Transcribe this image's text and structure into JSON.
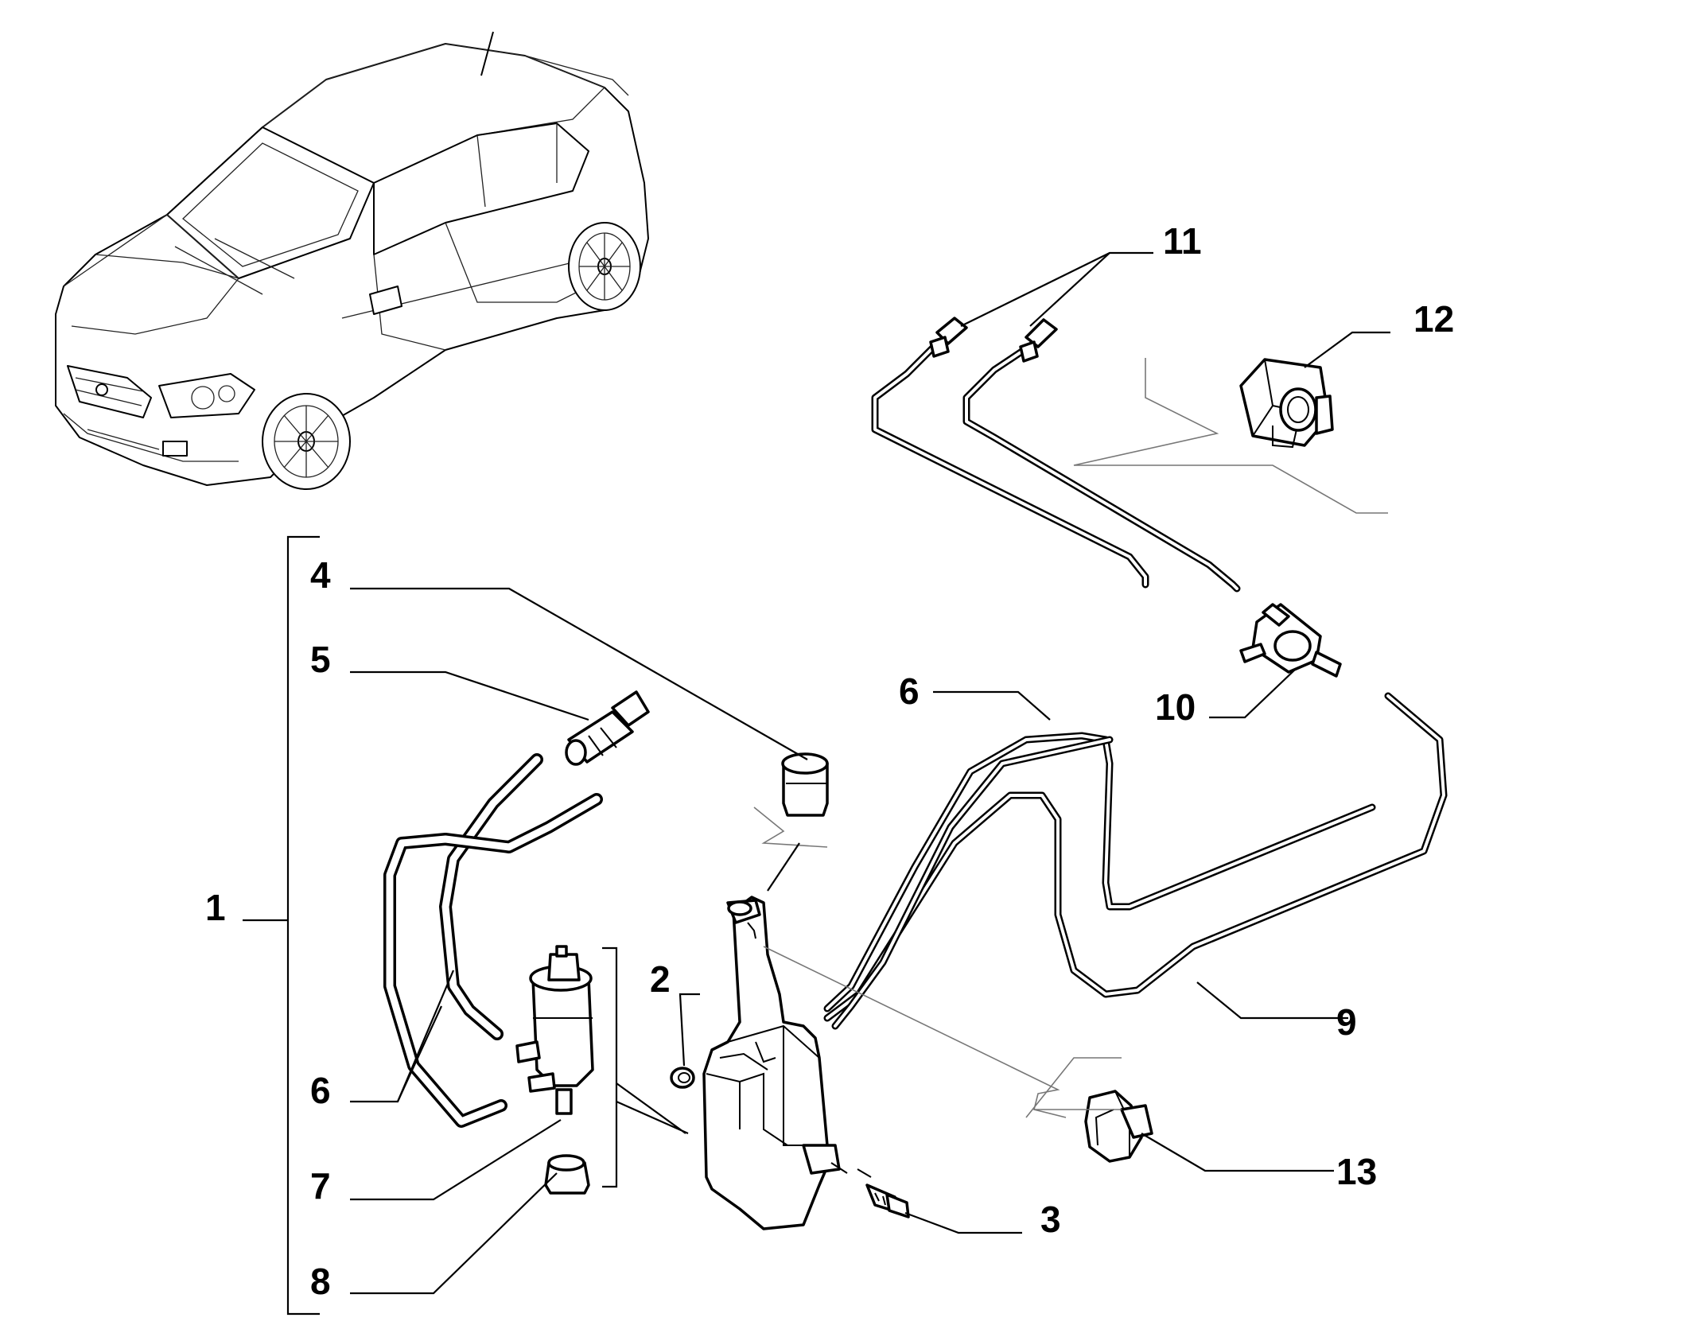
{
  "diagram": {
    "callouts": [
      {
        "id": "c1",
        "label": "1"
      },
      {
        "id": "c2",
        "label": "2"
      },
      {
        "id": "c3",
        "label": "3"
      },
      {
        "id": "c4",
        "label": "4"
      },
      {
        "id": "c5",
        "label": "5"
      },
      {
        "id": "c6a",
        "label": "6"
      },
      {
        "id": "c6b",
        "label": "6"
      },
      {
        "id": "c7",
        "label": "7"
      },
      {
        "id": "c8",
        "label": "8"
      },
      {
        "id": "c9",
        "label": "9"
      },
      {
        "id": "c10",
        "label": "10"
      },
      {
        "id": "c11",
        "label": "11"
      },
      {
        "id": "c12",
        "label": "12"
      },
      {
        "id": "c13",
        "label": "13"
      }
    ]
  }
}
